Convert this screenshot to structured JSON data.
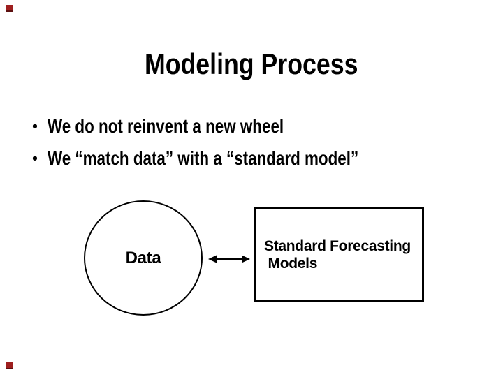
{
  "slide": {
    "title": "Modeling Process",
    "bullet_glyph": "•",
    "bullets": [
      "We do not reinvent a new wheel",
      "We “match data” with a “standard model”"
    ],
    "diagram": {
      "circle_label": "Data",
      "box_line1": "Standard Forecasting",
      "box_line2": " Models"
    },
    "colors": {
      "background": "#ffffff",
      "text": "#000000",
      "shape_outline": "#000000",
      "corner_marker": "#9e1e1e"
    }
  }
}
